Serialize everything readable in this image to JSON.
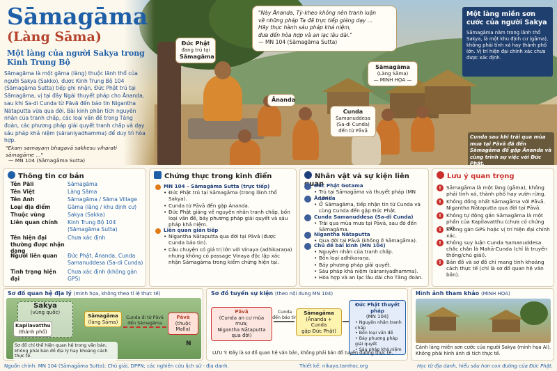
{
  "header": {
    "title": "Sāmagāma",
    "subtitle": "(Làng Sāma)",
    "tagline": "Một làng của người Sakya trong Kinh Trung Bộ",
    "intro": "Sāmagāma là một gāma (làng) thuộc lãnh thổ của người Sakya (Sakko), được Kinh Trung Bộ 104 (Sāmagāma Sutta) tiếp ghi nhận. Đức Phật trú tại Sāmagāma, vị tại đây Ngài thuyết pháp cho Ānanda, sau khi Sa-di Cunda từ Pāvā đến báo tin Nigantha Nātaputta vừa qua đời. Bài kinh phân tích nguyên nhân của tranh chấp, các loại vấn đề trong Tăng đoàn, các phương pháp giải quyết tranh chấp và dạy sáu pháp khả niệm (sāraniyadhamma) để duy trì hòa hợp.",
    "quote_left": "\"Ekaṃ samayaṃ bhagavā sakkesu viharati sāmagāme ...\"",
    "quote_left_source": "— MN 104 (Sāmagāma Sutta)"
  },
  "scene": {
    "quote_top_line1": "\"Này Ānanda, Tỳ-kheo không nên tranh luận",
    "quote_top_line2": "về những pháp Ta đã trực tiếp giảng dạy ...",
    "quote_top_line3": "Hãy thực hành sáu pháp khả niệm,",
    "quote_top_line4": "đưa đến hòa hợp và an lạc lâu dài.\"",
    "quote_top_source": "— MN 104 (Sāmagāma Sutta)",
    "label_buddha_name": "Đức Phật",
    "label_buddha_desc1": "đang trú tại",
    "label_buddha_desc2": "Sāmagāma",
    "label_ananda": "Ānanda",
    "label_cunda_name": "Cunda",
    "label_cunda_desc1": "Samanuddesa",
    "label_cunda_desc2": "(Sa-di Cunda)",
    "label_cunda_desc3": "đến từ Pāvā",
    "label_village_name": "Sāmagāma",
    "label_village_sub": "(Làng Sāma)",
    "label_village_note": "— MINH HỌA —",
    "right_box_title": "Một làng miền sơn cước của người Sakya",
    "right_box_text": "Sāmagāma nằm trong lãnh thổ Sakya, là một khu định cư (gāma), không phải tỉnh xá hay thành phố lớn. Vị trí hiện đại chính xác chưa được xác định.",
    "right_note": "Cunda sau khi trải qua mùa mưa tại Pāvā đã đến Sāmagāma để gặp Ānanda và cùng trình sự việc với Đức Phật."
  },
  "basic_info": {
    "title": "Thông tin cơ bản",
    "rows": [
      {
        "key": "Tên Pāli",
        "value": "Sāmagāma"
      },
      {
        "key": "Tên Việt",
        "value": "Làng Sāma"
      },
      {
        "key": "Tên Anh",
        "value": "Sāmagāma / Sāma Village"
      },
      {
        "key": "Loại địa điểm",
        "value": "Gāma (làng / khu định cư)"
      },
      {
        "key": "Thuộc vùng",
        "value": "Sakya (Sakka)"
      },
      {
        "key": "Liên quan chính",
        "value": "Kinh Trung Bộ 104 (Sāmagāma Sutta)"
      },
      {
        "key": "Tên hiện đại thường được nhận dạng",
        "value": "Chưa xác định"
      },
      {
        "key": "Người liên quan",
        "value": "Đức Phật, Ānanda, Cunda Samanuddesa (Sa-di Cunda)"
      },
      {
        "key": "Tình trạng hiện đại",
        "value": "Chưa xác định (không gán GPS)"
      }
    ]
  },
  "evidence": {
    "title": "Chứng thực trong kinh điển",
    "direct_title": "MN 104 – Sāmagāma Sutta (trực tiếp)",
    "direct_items": [
      "Đức Phật trú tại Sāmagāma (trong lãnh thổ Sakya).",
      "Cunda từ Pāvā đến gặp Ānanda.",
      "Đức Phật giảng về nguyên nhân tranh chấp, bốn loại vấn đề, bảy phương pháp giải quyết và sáu pháp khả niệm."
    ],
    "indirect_title": "Liên quan gián tiếp",
    "indirect_items": [
      "Nigantha Nātaputta qua đời tại Pāvā (được Cunda báo tin).",
      "Câu chuyện có giá trị lớn với Vinaya (adhikaraṇa) nhưng không có passage Vinaya độc lập xác nhận Sāmagāma trong kiểm chứng hiện tại."
    ]
  },
  "people": {
    "title": "Nhân vật và sự kiện liên quan",
    "items": [
      {
        "name": "Đức Phật Gotama",
        "lines": [
          "Trú tại Sāmagāma và thuyết pháp (MN 104)."
        ]
      },
      {
        "name": "Ānanda",
        "lines": [
          "Ở Sāmagāma, tiếp nhận tin từ Cunda và cùng Cunda đến gặp Đức Phật."
        ]
      },
      {
        "name": "Cunda Samanuddesa (Sa-di Cunda)",
        "lines": [
          "Trải qua mùa mưa tại Pāvā, sau đó đến Sāmagāma."
        ]
      },
      {
        "name": "Nigantha Nātaputta",
        "lines": [
          "Qua đời tại Pāvā (không ở Sāmagāma)."
        ]
      },
      {
        "name": "Chủ đề bài kinh (MN 104)",
        "lines": [
          "Nguyên nhân của tranh chấp.",
          "Bốn loại adhikaraṇa.",
          "Bảy phương pháp giải quyết.",
          "Sáu pháp khả niệm (sāraniyadhamma).",
          "Hòa hợp và an lạc lâu dài cho Tăng đoàn."
        ]
      }
    ]
  },
  "notes": {
    "title": "Lưu ý quan trọng",
    "items": [
      "Sāmagāma là một làng (gāma), không phải tỉnh xá, thành phố hay vườn rừng.",
      "Không đồng nhất Sāmagāma với Pāvā. Nigantha Nātaputta qua đời tại Pāvā.",
      "Không tự động gắn Sāmagāma là một phần của Kapilavatthu (chưa có chứng cứ).",
      "Không gán GPS hoặc vị trí hiện đại chính xác.",
      "Không suy luận Cunda Samanuddesa chắc chắn là Mahā-Cunda (chỉ là truyền thống/chú giải).",
      "Bản đồ và sơ đồ chỉ mang tính khoảng cách thực tế (chỉ là sơ đồ quan hệ văn bản)."
    ]
  },
  "map": {
    "title": "Sơ đồ quan hệ địa lý",
    "title_note": "(minh họa, không theo tỉ lệ thực tế)",
    "sakya": "Sakya",
    "sakya_sub": "(vùng quốc)",
    "kapila": "Kapilavatthu",
    "kapila_sub": "(thành phố)",
    "samagama": "Sāmagāma",
    "samagama_sub": "(làng Sāma)",
    "route": "Cunda đi từ Pāvā",
    "route2": "đến Sāmagāma",
    "pava": "Pāvā",
    "pava_sub": "(thuộc Malla)",
    "note": "Sơ đồ chỉ thể hiện quan hệ trong văn bản, không phải bản đồ địa lý hay khoảng cách thực tế.",
    "north": "N"
  },
  "flow": {
    "title": "Sơ đồ tuyến sự kiện",
    "title_note": "(theo nội dung MN 104)",
    "box1_name": "Pāvā",
    "box1_line1": "(Cunda an cư mùa mưa;",
    "box1_line2": "Nigantha Nātaputta qua đời)",
    "arrow1_line1": "Cunda",
    "arrow1_line2": "đến báo tin",
    "box2_name": "Sāmagāma",
    "box2_line1": "(Ānanda + Cunda",
    "box2_line2": "gặp Đức Phật)",
    "box3_title": "Đức Phật thuyết pháp",
    "box3_sub": "(MN 104)",
    "box3_items": [
      "Nguyên nhân tranh chấp",
      "Bốn loại vấn đề",
      "Bảy phương pháp giải quyết",
      "Sáu pháp khả niệm"
    ],
    "note": "LƯU Ý: Đây là sơ đồ quan hệ văn bản, không phải bản đồ tuyến đường thực tế."
  },
  "reference": {
    "title": "Hình ảnh tham khảo",
    "title_note": "(MINH HỌA)",
    "caption": "Cảnh làng miền sơn cước của người Sakya (minh họa AI). Không phải hình ảnh di tích thực tế."
  },
  "footer": {
    "sources": "Nguồn chính: MN 104 (Sāmagāma Sutta); Chú giải, DPPN; các nghiên cứu lịch sử - địa danh.",
    "design": "Thiết kế: nikaya.tamhoc.org",
    "disclaimer": "Học từ địa danh, hiểu sâu hơn con đường của Đức Phật."
  },
  "colors": {
    "blue": "#1f5fa8",
    "red": "#c9302c",
    "orange": "#e07b1a",
    "navy": "#1f3f6e"
  }
}
